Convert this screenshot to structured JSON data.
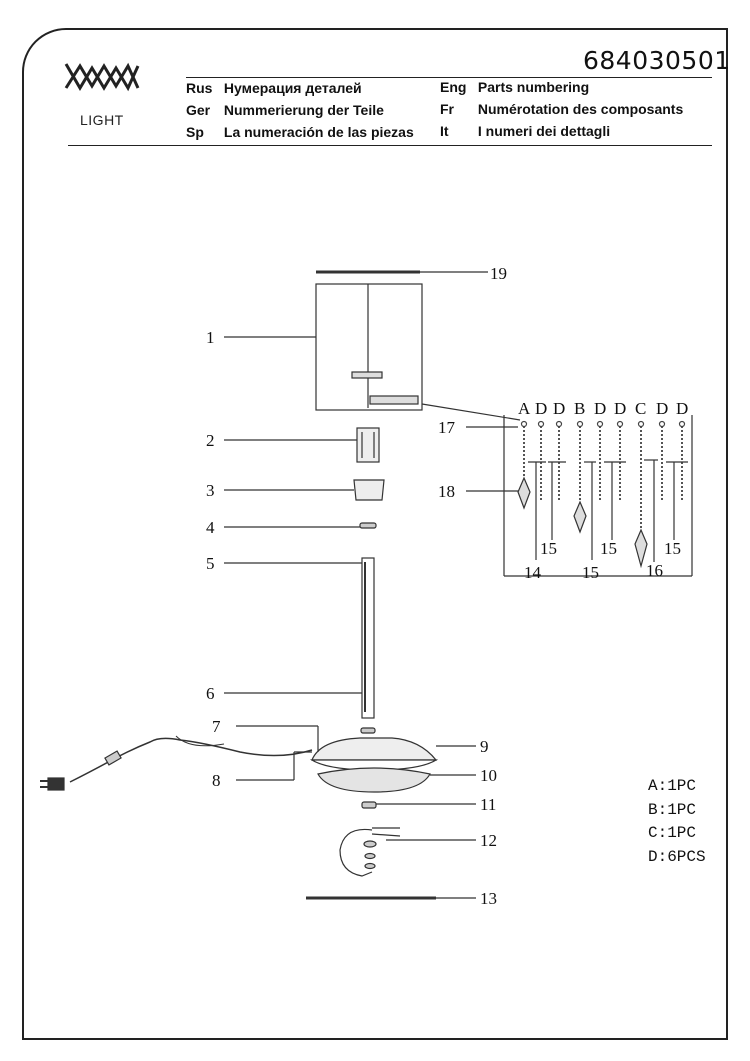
{
  "document": {
    "brand": "LIGHT",
    "product_code": "684030501"
  },
  "header": {
    "left": [
      {
        "code": "Rus",
        "text": "Нумерация деталей"
      },
      {
        "code": "Ger",
        "text": "Nummerierung der Teile"
      },
      {
        "code": "Sp",
        "text": "La numeración de las piezas"
      }
    ],
    "right": [
      {
        "code": "Eng",
        "text": "Parts numbering"
      },
      {
        "code": "Fr",
        "text": "Numérotation des composants"
      },
      {
        "code": "It",
        "text": "I numeri dei dettagli"
      }
    ]
  },
  "diagram": {
    "part_labels": [
      "1",
      "2",
      "3",
      "4",
      "5",
      "6",
      "7",
      "8",
      "9",
      "10",
      "11",
      "12",
      "13",
      "14",
      "15",
      "16",
      "17",
      "18",
      "19"
    ],
    "pendant_letters": [
      "A",
      "D",
      "D",
      "B",
      "D",
      "D",
      "C",
      "D",
      "D"
    ],
    "repeat_label_15": "15"
  },
  "quantities": [
    {
      "item": "A",
      "qty": "1PC",
      "text": "A:1PC"
    },
    {
      "item": "B",
      "qty": "1PC",
      "text": "B:1PC"
    },
    {
      "item": "C",
      "qty": "1PC",
      "text": "C:1PC"
    },
    {
      "item": "D",
      "qty": "6PCS",
      "text": "D:6PCS"
    }
  ]
}
